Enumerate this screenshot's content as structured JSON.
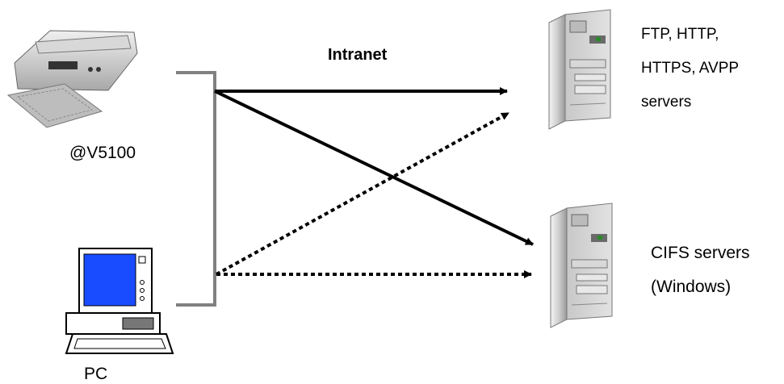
{
  "network_label": "Intranet",
  "devices": {
    "scanner": {
      "label": "@V5100"
    },
    "pc": {
      "label": "PC"
    }
  },
  "servers": {
    "top": {
      "lines": [
        "FTP, HTTP,",
        "HTTPS, AVPP",
        "servers"
      ]
    },
    "bottom": {
      "lines": [
        "CIFS servers",
        "(Windows)"
      ]
    }
  }
}
